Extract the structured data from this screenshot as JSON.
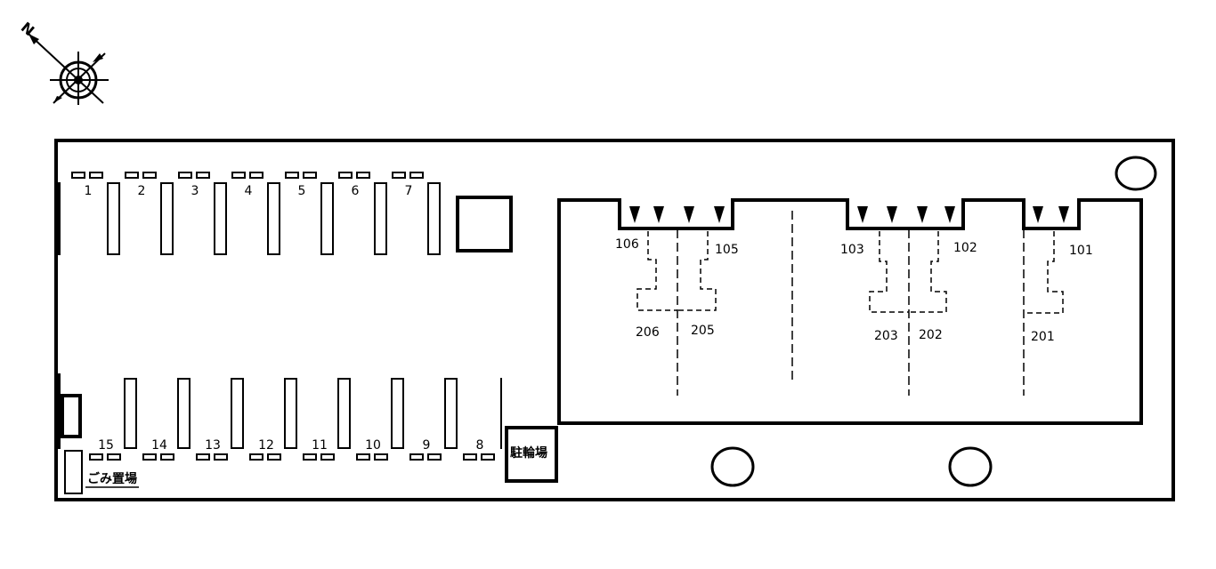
{
  "compass": {
    "north_label": "N",
    "icon": "compass-rose-icon"
  },
  "parking": {
    "top_row": [
      "1",
      "2",
      "3",
      "4",
      "5",
      "6",
      "7"
    ],
    "bottom_row": [
      "15",
      "14",
      "13",
      "12",
      "11",
      "10",
      "9",
      "8"
    ]
  },
  "facilities": {
    "bicycle_parking": "駐輪場",
    "garbage": "ごみ置場"
  },
  "units": {
    "floor1": [
      "106",
      "105",
      "103",
      "102",
      "101"
    ],
    "floor2": [
      "206",
      "205",
      "203",
      "202",
      "201"
    ]
  },
  "colors": {
    "line": "#000000",
    "background": "#ffffff"
  }
}
